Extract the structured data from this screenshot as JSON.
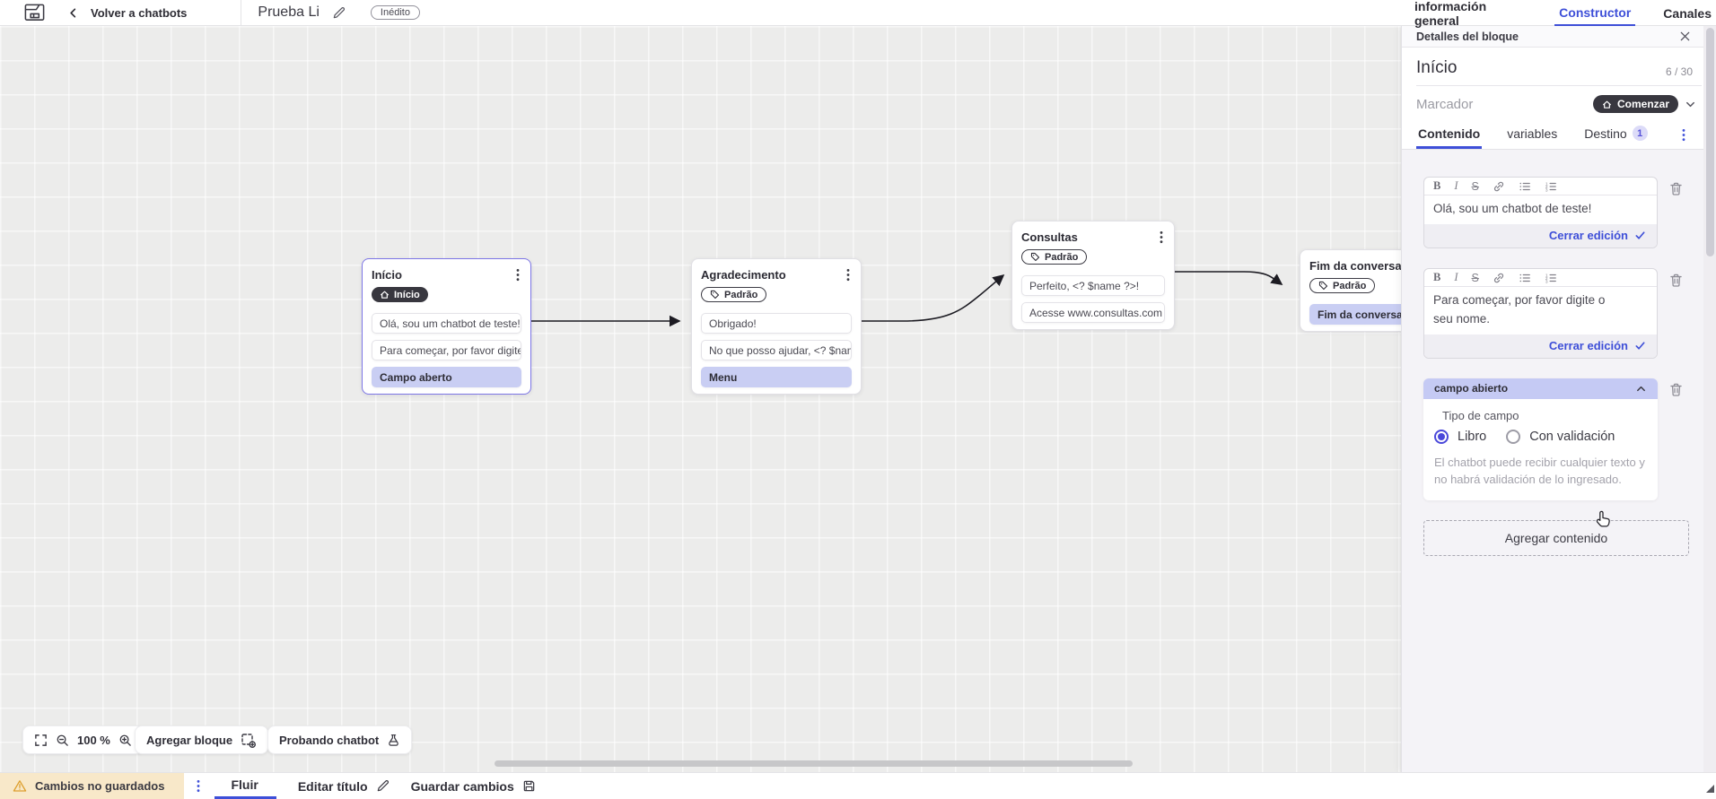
{
  "colors": {
    "accent": "#3e4fd8",
    "highlight": "#c9cef3",
    "dark_pill": "#38373f",
    "warning_bg": "#f8e8c9",
    "canvas_bg": "#ececeb"
  },
  "topbar": {
    "back": "Volver a chatbots",
    "title": "Prueba Li",
    "status": "Inédito"
  },
  "nav": {
    "tab_info": "información general",
    "tab_builder": "Constructor",
    "tab_channels": "Canales"
  },
  "panel": {
    "header": "Detalles del bloque",
    "block_name": "Início",
    "counter": "6 / 30",
    "marker_label": "Marcador",
    "marker_value": "Comenzar",
    "tab_content": "Contenido",
    "tab_variables": "variables",
    "tab_destination": "Destino",
    "destination_count": "1",
    "editor1": {
      "text": "Olá, sou um chatbot de teste!",
      "close": "Cerrar edición"
    },
    "editor2": {
      "text": "Para começar, por favor digite o seu nome.",
      "close": "Cerrar edición"
    },
    "open_field": {
      "title": "campo abierto",
      "type_label": "Tipo de campo",
      "option_free": "Libro",
      "option_validated": "Con validación",
      "help": "El chatbot puede recibir cualquier texto y no habrá validación de lo ingresado."
    },
    "add_content": "Agregar contenido"
  },
  "canvas": {
    "zoom": "100 %",
    "add_block": "Agregar bloque",
    "test_chatbot": "Probando chatbot",
    "nodes": [
      {
        "title": "Início",
        "badge": "Início",
        "items": [
          {
            "text": "Olá, sou um chatbot de teste!"
          },
          {
            "text": "Para começar, por favor digite o ..."
          },
          {
            "text": "Campo aberto",
            "highlight": true
          }
        ]
      },
      {
        "title": "Agradecimento",
        "badge": "Padrão",
        "items": [
          {
            "text": "Obrigado!"
          },
          {
            "text": "No que posso ajudar, <? $name ..."
          },
          {
            "text": "Menu",
            "highlight": true
          }
        ]
      },
      {
        "title": "Consultas",
        "badge": "Padrão",
        "items": [
          {
            "text": "Perfeito, <? $name ?>!"
          },
          {
            "text": "Acesse www.consultas.com par..."
          }
        ]
      },
      {
        "title": "Fim da conversa",
        "badge": "Padrão",
        "items": [
          {
            "text": "Fim da conversa",
            "highlight": true
          }
        ]
      }
    ]
  },
  "footer": {
    "warning": "Cambios no guardados",
    "flow_tab": "Fluir",
    "edit_title": "Editar título",
    "save": "Guardar cambios"
  }
}
